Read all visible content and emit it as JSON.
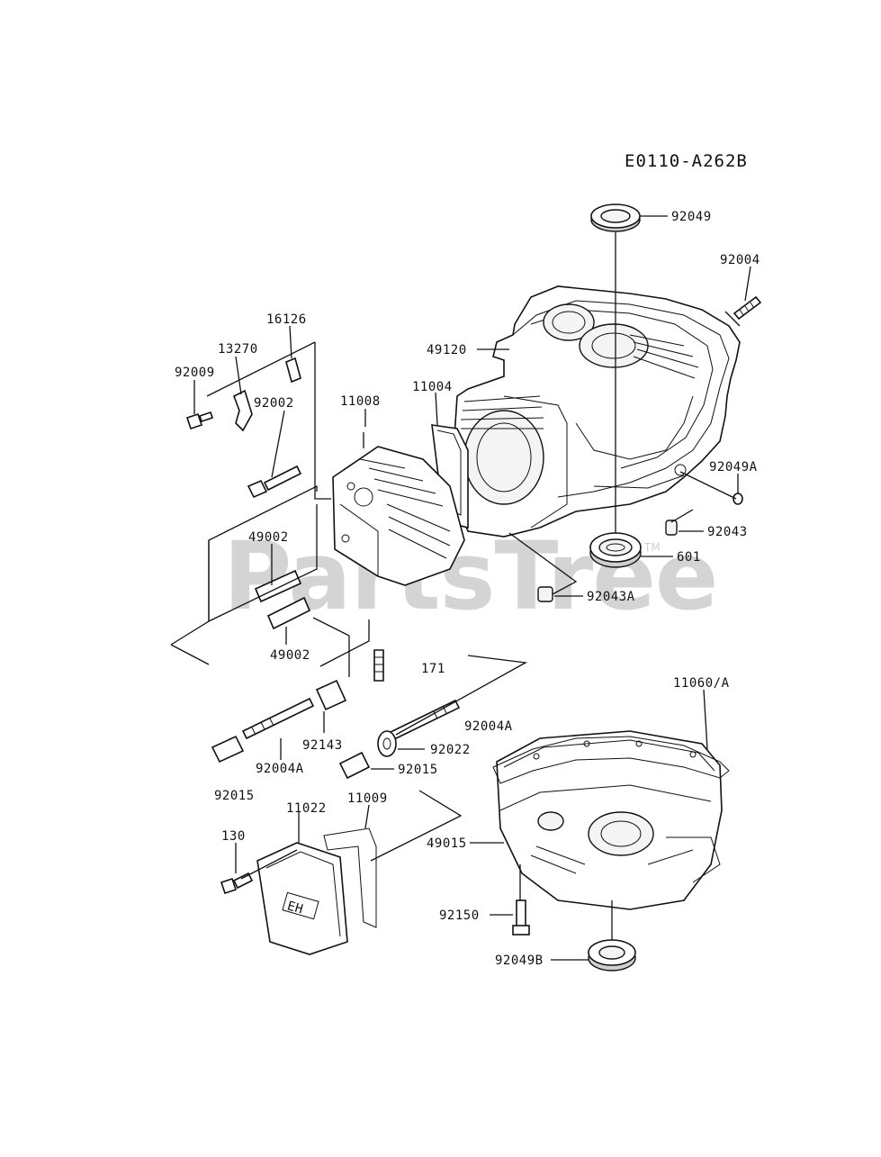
{
  "diagram": {
    "code": "E0110-A262B",
    "watermark": "PartsTree",
    "watermark_tm": "TM",
    "labels": {
      "p92049": "92049",
      "p92004": "92004",
      "p49120": "49120",
      "p16126": "16126",
      "p13270": "13270",
      "p92009": "92009",
      "p11008": "11008",
      "p11004": "11004",
      "p92002": "92002",
      "p92049A": "92049A",
      "p92043": "92043",
      "p49002a": "49002",
      "p601": "601",
      "p92043A": "92043A",
      "p49002b": "49002",
      "p171": "171",
      "p11060A": "11060/A",
      "p92004A_right": "92004A",
      "p92143": "92143",
      "p92022": "92022",
      "p92004A_left": "92004A",
      "p92015_right": "92015",
      "p92015_left": "92015",
      "p11022": "11022",
      "p11009": "11009",
      "p130": "130",
      "p49015": "49015",
      "p92150": "92150",
      "p92049B": "92049B"
    }
  }
}
